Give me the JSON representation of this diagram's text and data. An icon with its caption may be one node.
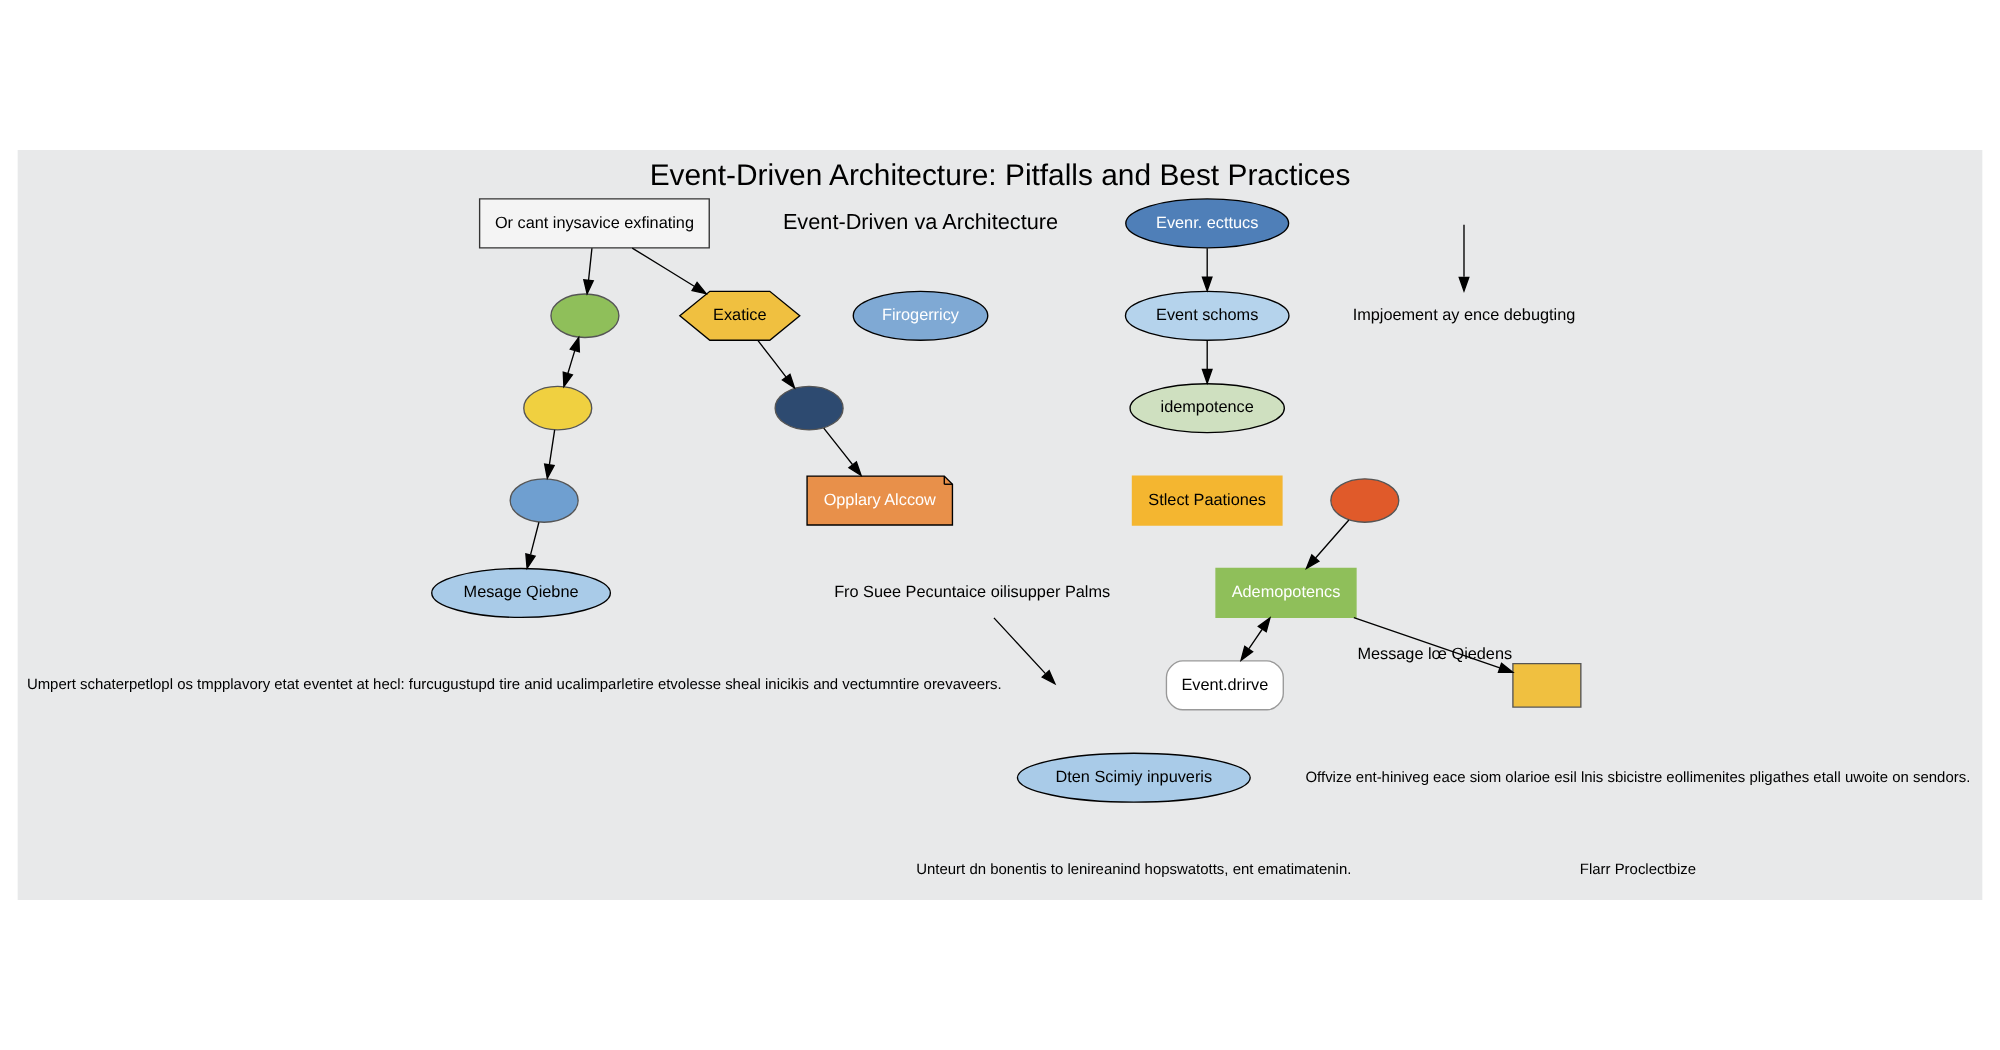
{
  "diagram": {
    "title": "Event-Driven Architecture: Pitfalls and Best Practices",
    "nodes": [
      {
        "text": [],
        "shape": "circle"
      },
      {
        "text": [
          "Or cant inysavice exfinating"
        ]
      },
      {
        "text": [
          "Firogerricy"
        ]
      },
      {
        "text": [
          "Exatice"
        ]
      },
      {
        "text": [
          "Evenr. ecttucs"
        ]
      },
      {
        "text": [],
        "shape": "circle"
      },
      {
        "text": [
          "Opplary Alccow"
        ]
      },
      {
        "text": [
          "Fro Suee Pecuntaice oilisupper Palms"
        ]
      },
      {
        "text": [],
        "shape": "circle"
      },
      {
        "text": [],
        "shape": "circle"
      },
      {
        "text": [
          "Mesage Qiebne"
        ]
      },
      {
        "text": [],
        "shape": "circle"
      },
      {
        "text": [
          "Event schoms"
        ]
      },
      {
        "text": [
          "idempotence"
        ]
      },
      {
        "text": [
          "Stlect Paationes"
        ]
      },
      {
        "text": [
          "Ademopotencs"
        ]
      },
      {
        "text": [
          "Event.drirve"
        ]
      },
      {
        "text": [
          "Dten Scimiy inpuveris"
        ]
      },
      {
        "text": [
          "Impjoement ay ence debugting"
        ]
      },
      {
        "text": [],
        "shape": "box",
        "beside": [
          "Message lœ Qiedens"
        ]
      }
    ],
    "edges": [
      {
        "from": 1,
        "to": 0,
        "arrow": "to"
      },
      {
        "from": 1,
        "to": 3,
        "arrow": "to"
      },
      {
        "from": 3,
        "to": 5,
        "arrow": "to"
      },
      {
        "from": 5,
        "to": 6,
        "arrow": "to"
      },
      {
        "from": 0,
        "to": 8,
        "arrow": "both"
      },
      {
        "from": 8,
        "to": 9,
        "arrow": "to"
      },
      {
        "from": 9,
        "to": 10,
        "arrow": "to"
      },
      {
        "from": 4,
        "to": 12,
        "arrow": "to"
      },
      {
        "from": 12,
        "to": 13,
        "arrow": "to"
      },
      {
        "from": 11,
        "to": 15,
        "arrow": "to"
      },
      {
        "from": 15,
        "to": 16,
        "arrow": "both"
      },
      {
        "from": 15,
        "to": 19,
        "arrow": "to"
      },
      {
        "from": 7,
        "to": null,
        "arrow": "to"
      },
      {
        "from": null,
        "to": 18,
        "arrow": "to"
      }
    ],
    "labels": [
      "Event-Driven va Architecture",
      "Umpert schaterpetlopl os tmpplavory etat eventet at hecl: furcugustupd tire anid ucalimparletire etvolesse sheal inicikis and vectumntire orevaveers.",
      "Unteurt dn bonentis to lenireanind hopswatotts, ent ematimatenin.",
      "Offvize ent-hiniveg eace siom olarioe esil lnis sbicistre eollimenites pligathes etall uwoite on sendors.",
      "Flarr Proclectbize"
    ]
  }
}
